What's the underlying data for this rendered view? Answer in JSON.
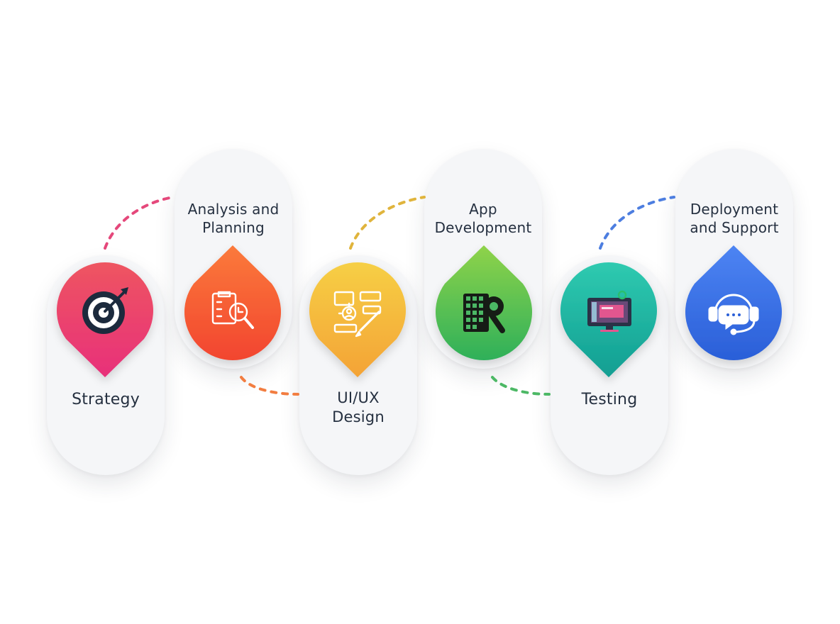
{
  "steps": [
    {
      "label_lines": [
        "Strategy"
      ],
      "colors": [
        "#ee5561",
        "#e8307a"
      ],
      "icon": "target-icon"
    },
    {
      "label_lines": [
        "Analysis and",
        "Planning"
      ],
      "colors": [
        "#fb7a3b",
        "#f2452f"
      ],
      "icon": "checklist-magnifier-icon"
    },
    {
      "label_lines": [
        "UI/UX",
        "Design"
      ],
      "colors": [
        "#f6cf45",
        "#f4a336"
      ],
      "icon": "wireframe-design-icon"
    },
    {
      "label_lines": [
        "App",
        "Development"
      ],
      "colors": [
        "#8fd34a",
        "#2eb05a"
      ],
      "icon": "app-wrench-icon"
    },
    {
      "label_lines": [
        "Testing"
      ],
      "colors": [
        "#2fcab0",
        "#119e92"
      ],
      "icon": "monitor-testing-icon"
    },
    {
      "label_lines": [
        "Deployment",
        "and Support"
      ],
      "colors": [
        "#4d84f3",
        "#2a5fd8"
      ],
      "icon": "headset-support-icon"
    }
  ],
  "connector_colors": [
    "#e5487b",
    "#f27d40",
    "#e0b43c",
    "#4cb865",
    "#4d7ee0"
  ]
}
